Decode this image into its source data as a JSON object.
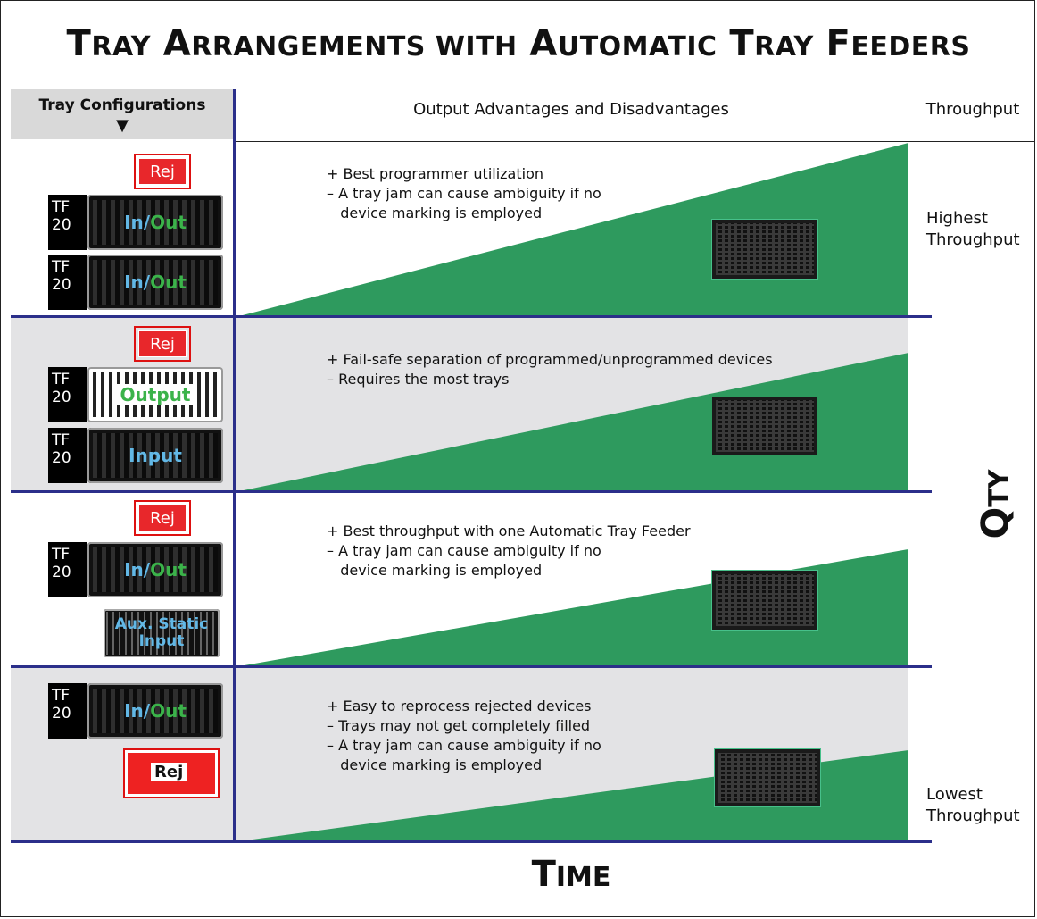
{
  "title": {
    "w1_cap": "T",
    "w1_rest": "RAY",
    "w2_cap": "A",
    "w2_rest": "RRANGEMENTS WITH",
    "w3_cap": "A",
    "w3_rest": "UTOMATIC",
    "w4_cap": "T",
    "w4_rest": "RAY",
    "w5_cap": "F",
    "w5_rest": "EEDERS"
  },
  "headers": {
    "configs": "Tray Configurations",
    "configs_arrow": "▼",
    "output": "Output Advantages and Disadvantages",
    "throughput": "Throughput"
  },
  "labels": {
    "tf_line1": "TF",
    "tf_line2": "20",
    "in": "In",
    "slash": "/",
    "out": "Out",
    "output": "Output",
    "input": "Input",
    "rej": "Rej",
    "aux_line1": "Aux. Static",
    "aux_line2": "Input"
  },
  "rows": [
    {
      "bullets": "+ Best programmer utilization\n– A tray jam can cause ambiguity if no\n   device marking is employed"
    },
    {
      "bullets": "+ Fail-safe separation of programmed/unprogrammed devices\n– Requires the most trays"
    },
    {
      "bullets": "+ Best throughput with one Automatic Tray Feeder\n– A tray jam can cause ambiguity if no\n   device marking is employed"
    },
    {
      "bullets": "+ Easy to reprocess rejected devices\n– Trays may not get completely filled\n– A tray jam can cause ambiguity if no\n   device marking is employed"
    }
  ],
  "throughput_labels": {
    "highest_1": "Highest",
    "highest_2": "Throughput",
    "lowest_1": "Lowest",
    "lowest_2": "Throughput"
  },
  "axis": {
    "qty_cap": "Q",
    "qty_rest": "TY",
    "time_cap": "T",
    "time_rest": "IME"
  },
  "colors": {
    "wedge": "#2e9a5e",
    "divider": "#2b2f8a",
    "row_shade": "#e3e3e5",
    "reject": "#e8272b"
  }
}
